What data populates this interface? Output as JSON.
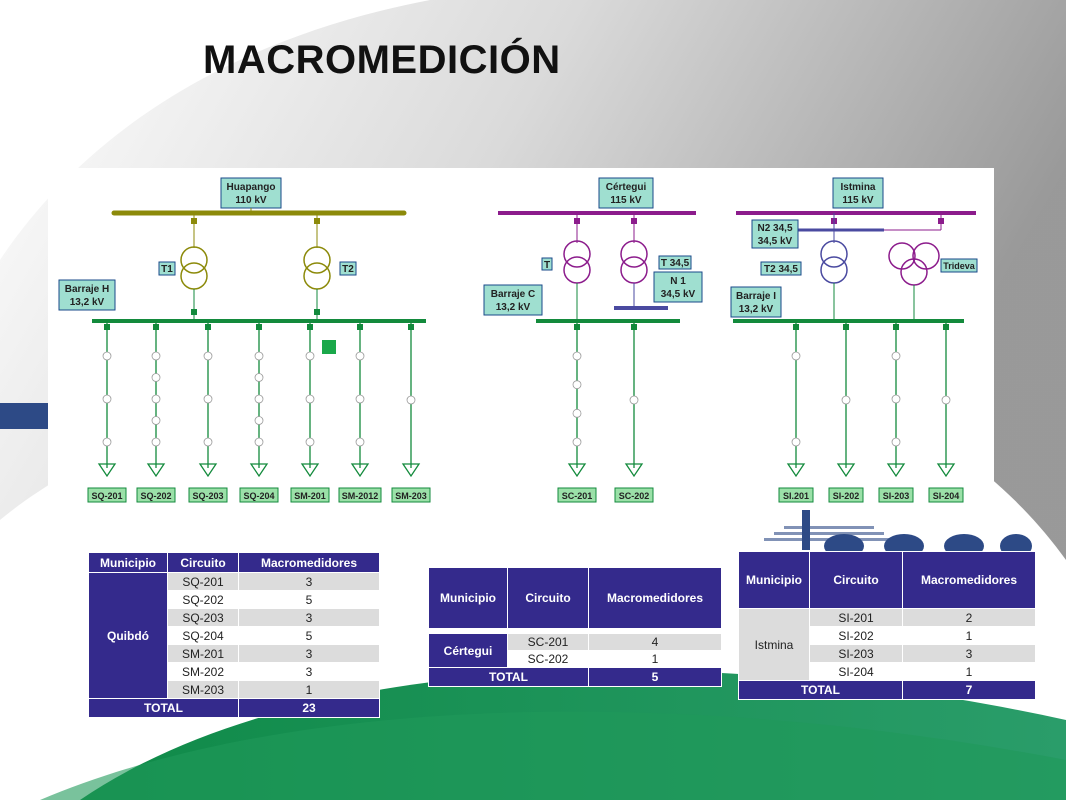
{
  "title": "MACROMEDICIÓN",
  "colors": {
    "header_blue": "#342a8c",
    "bus_green": "#138a3c",
    "olive": "#8c8a0a",
    "purple": "#8c1c8c",
    "navy": "#4a4aa0"
  },
  "diagram": {
    "quibdo": {
      "source": [
        "Huapango",
        "110 kV"
      ],
      "t1": "T1",
      "t2": "T2",
      "barraje": [
        "Barraje H",
        "13,2 kV"
      ],
      "circuits": [
        "SQ-201",
        "SQ-202",
        "SQ-203",
        "SQ-204",
        "SM-201",
        "SM-2012",
        "SM-203"
      ]
    },
    "certegui": {
      "source": [
        "Cértegui",
        "115 kV"
      ],
      "t": "T",
      "t345": "T 34,5",
      "n1": [
        "N 1",
        "34,5 kV"
      ],
      "barraje": [
        "Barraje C",
        "13,2 kV"
      ],
      "circuits": [
        "SC-201",
        "SC-202"
      ]
    },
    "istmina": {
      "source": [
        "Istmina",
        "115 kV"
      ],
      "n2": [
        "N2 34,5",
        "34,5 kV"
      ],
      "t2": "T2 34,5",
      "trideva": "Trideva",
      "barraje": [
        "Barraje I",
        "13,2 kV"
      ],
      "circuits": [
        "SI.201",
        "SI-202",
        "SI-203",
        "SI-204"
      ]
    }
  },
  "table1": {
    "headers": [
      "Municipio",
      "Circuito",
      "Macromedidores"
    ],
    "municipio": "Quibdó",
    "rows": [
      [
        "SQ-201",
        "3"
      ],
      [
        "SQ-202",
        "5"
      ],
      [
        "SQ-203",
        "3"
      ],
      [
        "SQ-204",
        "5"
      ],
      [
        "SM-201",
        "3"
      ],
      [
        "SM-202",
        "3"
      ],
      [
        "SM-203",
        "1"
      ]
    ],
    "total_label": "TOTAL",
    "total": "23"
  },
  "table2": {
    "headers": [
      "Municipio",
      "Circuito",
      "Macromedidores"
    ],
    "municipio": "Cértegui",
    "rows": [
      [
        "SC-201",
        "4"
      ],
      [
        "SC-202",
        "1"
      ]
    ],
    "total_label": "TOTAL",
    "total": "5"
  },
  "table3": {
    "headers": [
      "Municipio",
      "Circuito",
      "Macromedidores"
    ],
    "municipio": "Istmina",
    "rows": [
      [
        "SI-201",
        "2"
      ],
      [
        "SI-202",
        "1"
      ],
      [
        "SI-203",
        "3"
      ],
      [
        "SI-204",
        "1"
      ]
    ],
    "total_label": "TOTAL",
    "total": "7"
  }
}
